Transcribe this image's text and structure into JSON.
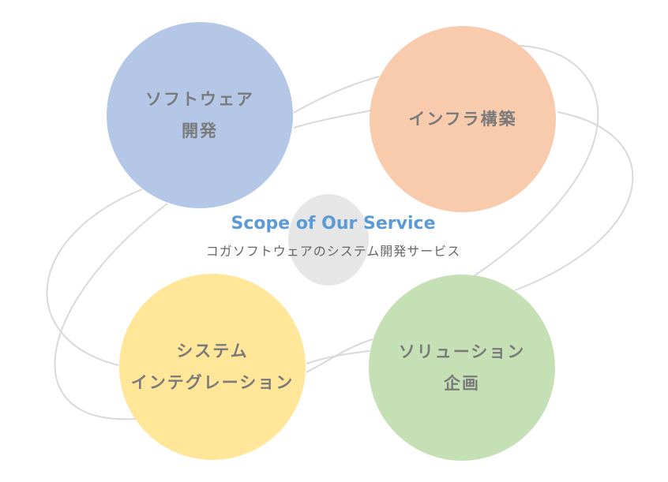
{
  "center": {
    "title": "Scope of Our Service",
    "subtitle": "コガソフトウェアのシステム開発サービス"
  },
  "nodes": {
    "software": {
      "line1": "ソフトウェア",
      "line2": "開発"
    },
    "infra": {
      "line1": "インフラ構築"
    },
    "integration": {
      "line1": "システム",
      "line2": "インテグレーション"
    },
    "solution": {
      "line1": "ソリューション",
      "line2": "企画"
    }
  },
  "colors": {
    "software": "#b4c7e7",
    "infra": "#f8cbad",
    "integration": "#ffe699",
    "solution": "#c5e0b4",
    "center_circle": "#e7e6e6",
    "title": "#5b9bd5",
    "connector": "#d9d9d9"
  }
}
